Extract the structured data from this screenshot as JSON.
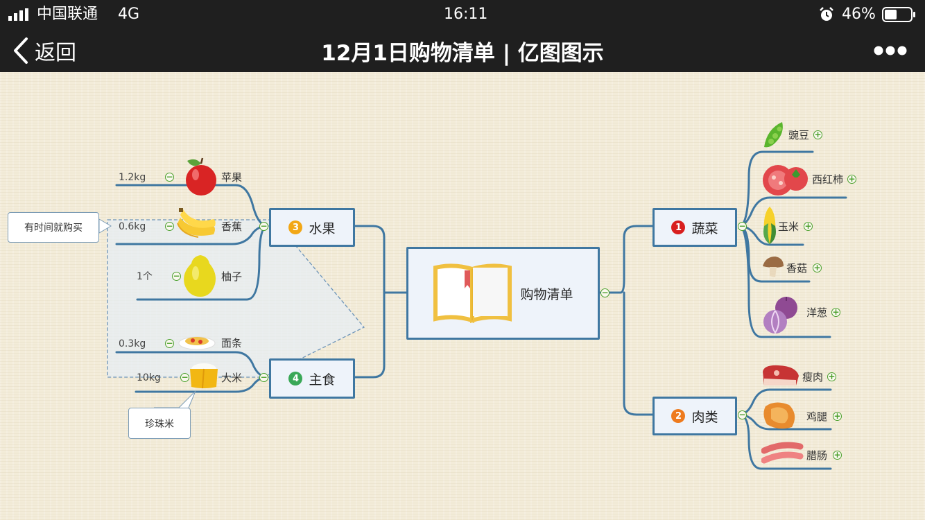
{
  "status_bar": {
    "carrier": "中国联通",
    "network": "4G",
    "time": "16:11",
    "battery": "46%",
    "battery_level": 0.46,
    "icons": [
      "signal-icon",
      "alarm-icon",
      "battery-icon"
    ]
  },
  "nav": {
    "back_label": "返回",
    "title": "12月1日购物清单 | 亿图图示",
    "more_icon": "more-icon"
  },
  "colors": {
    "branch": "#3f77a1",
    "topic_fill": "#eef3fa",
    "toggle": "#4aa02c",
    "badge_red": "#d81e1e",
    "badge_orange": "#ee7a1d",
    "badge_yellow": "#f2a716",
    "badge_green": "#3aa857"
  },
  "mindmap": {
    "central": {
      "label": "购物清单",
      "icon": "book-icon"
    },
    "vegetables": {
      "badge": "1",
      "label": "蔬菜",
      "items": [
        {
          "label": "豌豆",
          "icon": "pea-icon"
        },
        {
          "label": "西红柿",
          "icon": "tomato-icon"
        },
        {
          "label": "玉米",
          "icon": "corn-icon"
        },
        {
          "label": "香菇",
          "icon": "mushroom-icon"
        },
        {
          "label": "洋葱",
          "icon": "onion-icon"
        }
      ]
    },
    "meat": {
      "badge": "2",
      "label": "肉类",
      "items": [
        {
          "label": "瘦肉",
          "icon": "meat-icon"
        },
        {
          "label": "鸡腿",
          "icon": "drumstick-icon"
        },
        {
          "label": "腊肠",
          "icon": "sausage-icon"
        }
      ]
    },
    "fruit": {
      "badge": "3",
      "label": "水果",
      "callout": "有时间就购买",
      "items": [
        {
          "label": "苹果",
          "qty": "1.2kg",
          "icon": "apple-icon"
        },
        {
          "label": "香蕉",
          "qty": "0.6kg",
          "icon": "banana-icon"
        },
        {
          "label": "柚子",
          "qty": "1个",
          "icon": "pomelo-icon"
        }
      ]
    },
    "staple": {
      "badge": "4",
      "label": "主食",
      "items": [
        {
          "label": "面条",
          "qty": "0.3kg",
          "icon": "noodles-icon"
        },
        {
          "label": "大米",
          "qty": "10kg",
          "icon": "rice-icon",
          "callout": "珍珠米"
        }
      ]
    }
  }
}
